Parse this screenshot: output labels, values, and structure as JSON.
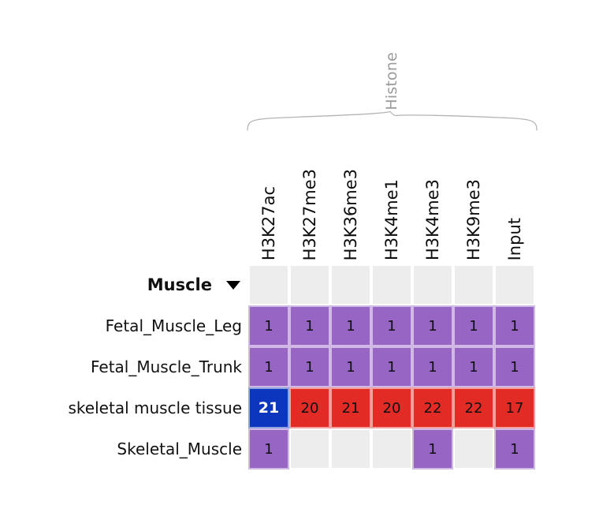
{
  "group_annotation": {
    "label": "Histone",
    "brace_icon": "curly-brace-icon"
  },
  "columns": [
    {
      "label": "H3K27ac"
    },
    {
      "label": "H3K27me3"
    },
    {
      "label": "H3K36me3"
    },
    {
      "label": "H3K4me1"
    },
    {
      "label": "H3K4me3"
    },
    {
      "label": "H3K9me3"
    },
    {
      "label": "Input"
    }
  ],
  "group_row": {
    "label": "Muscle",
    "caret_icon": "triangle-down-icon"
  },
  "rows": [
    {
      "label": "Fetal_Muscle_Leg"
    },
    {
      "label": "Fetal_Muscle_Trunk"
    },
    {
      "label": "skeletal muscle tissue"
    },
    {
      "label": "Skeletal_Muscle"
    }
  ],
  "colors": {
    "purple": "#9765c4",
    "red": "#e32b26",
    "blue": "#0b36bd",
    "empty": "#ededed",
    "label_gray": "#9b9b9b",
    "background": "#ffffff"
  },
  "chart_data": {
    "type": "heatmap",
    "title": "",
    "xlabel": "Histone",
    "ylabel": "Muscle",
    "x": [
      "H3K27ac",
      "H3K27me3",
      "H3K36me3",
      "H3K4me1",
      "H3K4me3",
      "H3K9me3",
      "Input"
    ],
    "y": [
      "Fetal_Muscle_Leg",
      "Fetal_Muscle_Trunk",
      "skeletal muscle tissue",
      "Skeletal_Muscle"
    ],
    "grid": true,
    "legend": "none",
    "cells": [
      [
        {
          "value": "1",
          "color": "purple"
        },
        {
          "value": "1",
          "color": "purple"
        },
        {
          "value": "1",
          "color": "purple"
        },
        {
          "value": "1",
          "color": "purple"
        },
        {
          "value": "1",
          "color": "purple"
        },
        {
          "value": "1",
          "color": "purple"
        },
        {
          "value": "1",
          "color": "purple"
        }
      ],
      [
        {
          "value": "1",
          "color": "purple"
        },
        {
          "value": "1",
          "color": "purple"
        },
        {
          "value": "1",
          "color": "purple"
        },
        {
          "value": "1",
          "color": "purple"
        },
        {
          "value": "1",
          "color": "purple"
        },
        {
          "value": "1",
          "color": "purple"
        },
        {
          "value": "1",
          "color": "purple"
        }
      ],
      [
        {
          "value": "21",
          "color": "blue"
        },
        {
          "value": "20",
          "color": "red"
        },
        {
          "value": "21",
          "color": "red"
        },
        {
          "value": "20",
          "color": "red"
        },
        {
          "value": "22",
          "color": "red"
        },
        {
          "value": "22",
          "color": "red"
        },
        {
          "value": "17",
          "color": "red"
        }
      ],
      [
        {
          "value": "1",
          "color": "purple"
        },
        {
          "value": "",
          "color": "empty"
        },
        {
          "value": "",
          "color": "empty"
        },
        {
          "value": "",
          "color": "empty"
        },
        {
          "value": "1",
          "color": "purple"
        },
        {
          "value": "",
          "color": "empty"
        },
        {
          "value": "1",
          "color": "purple"
        }
      ]
    ]
  }
}
